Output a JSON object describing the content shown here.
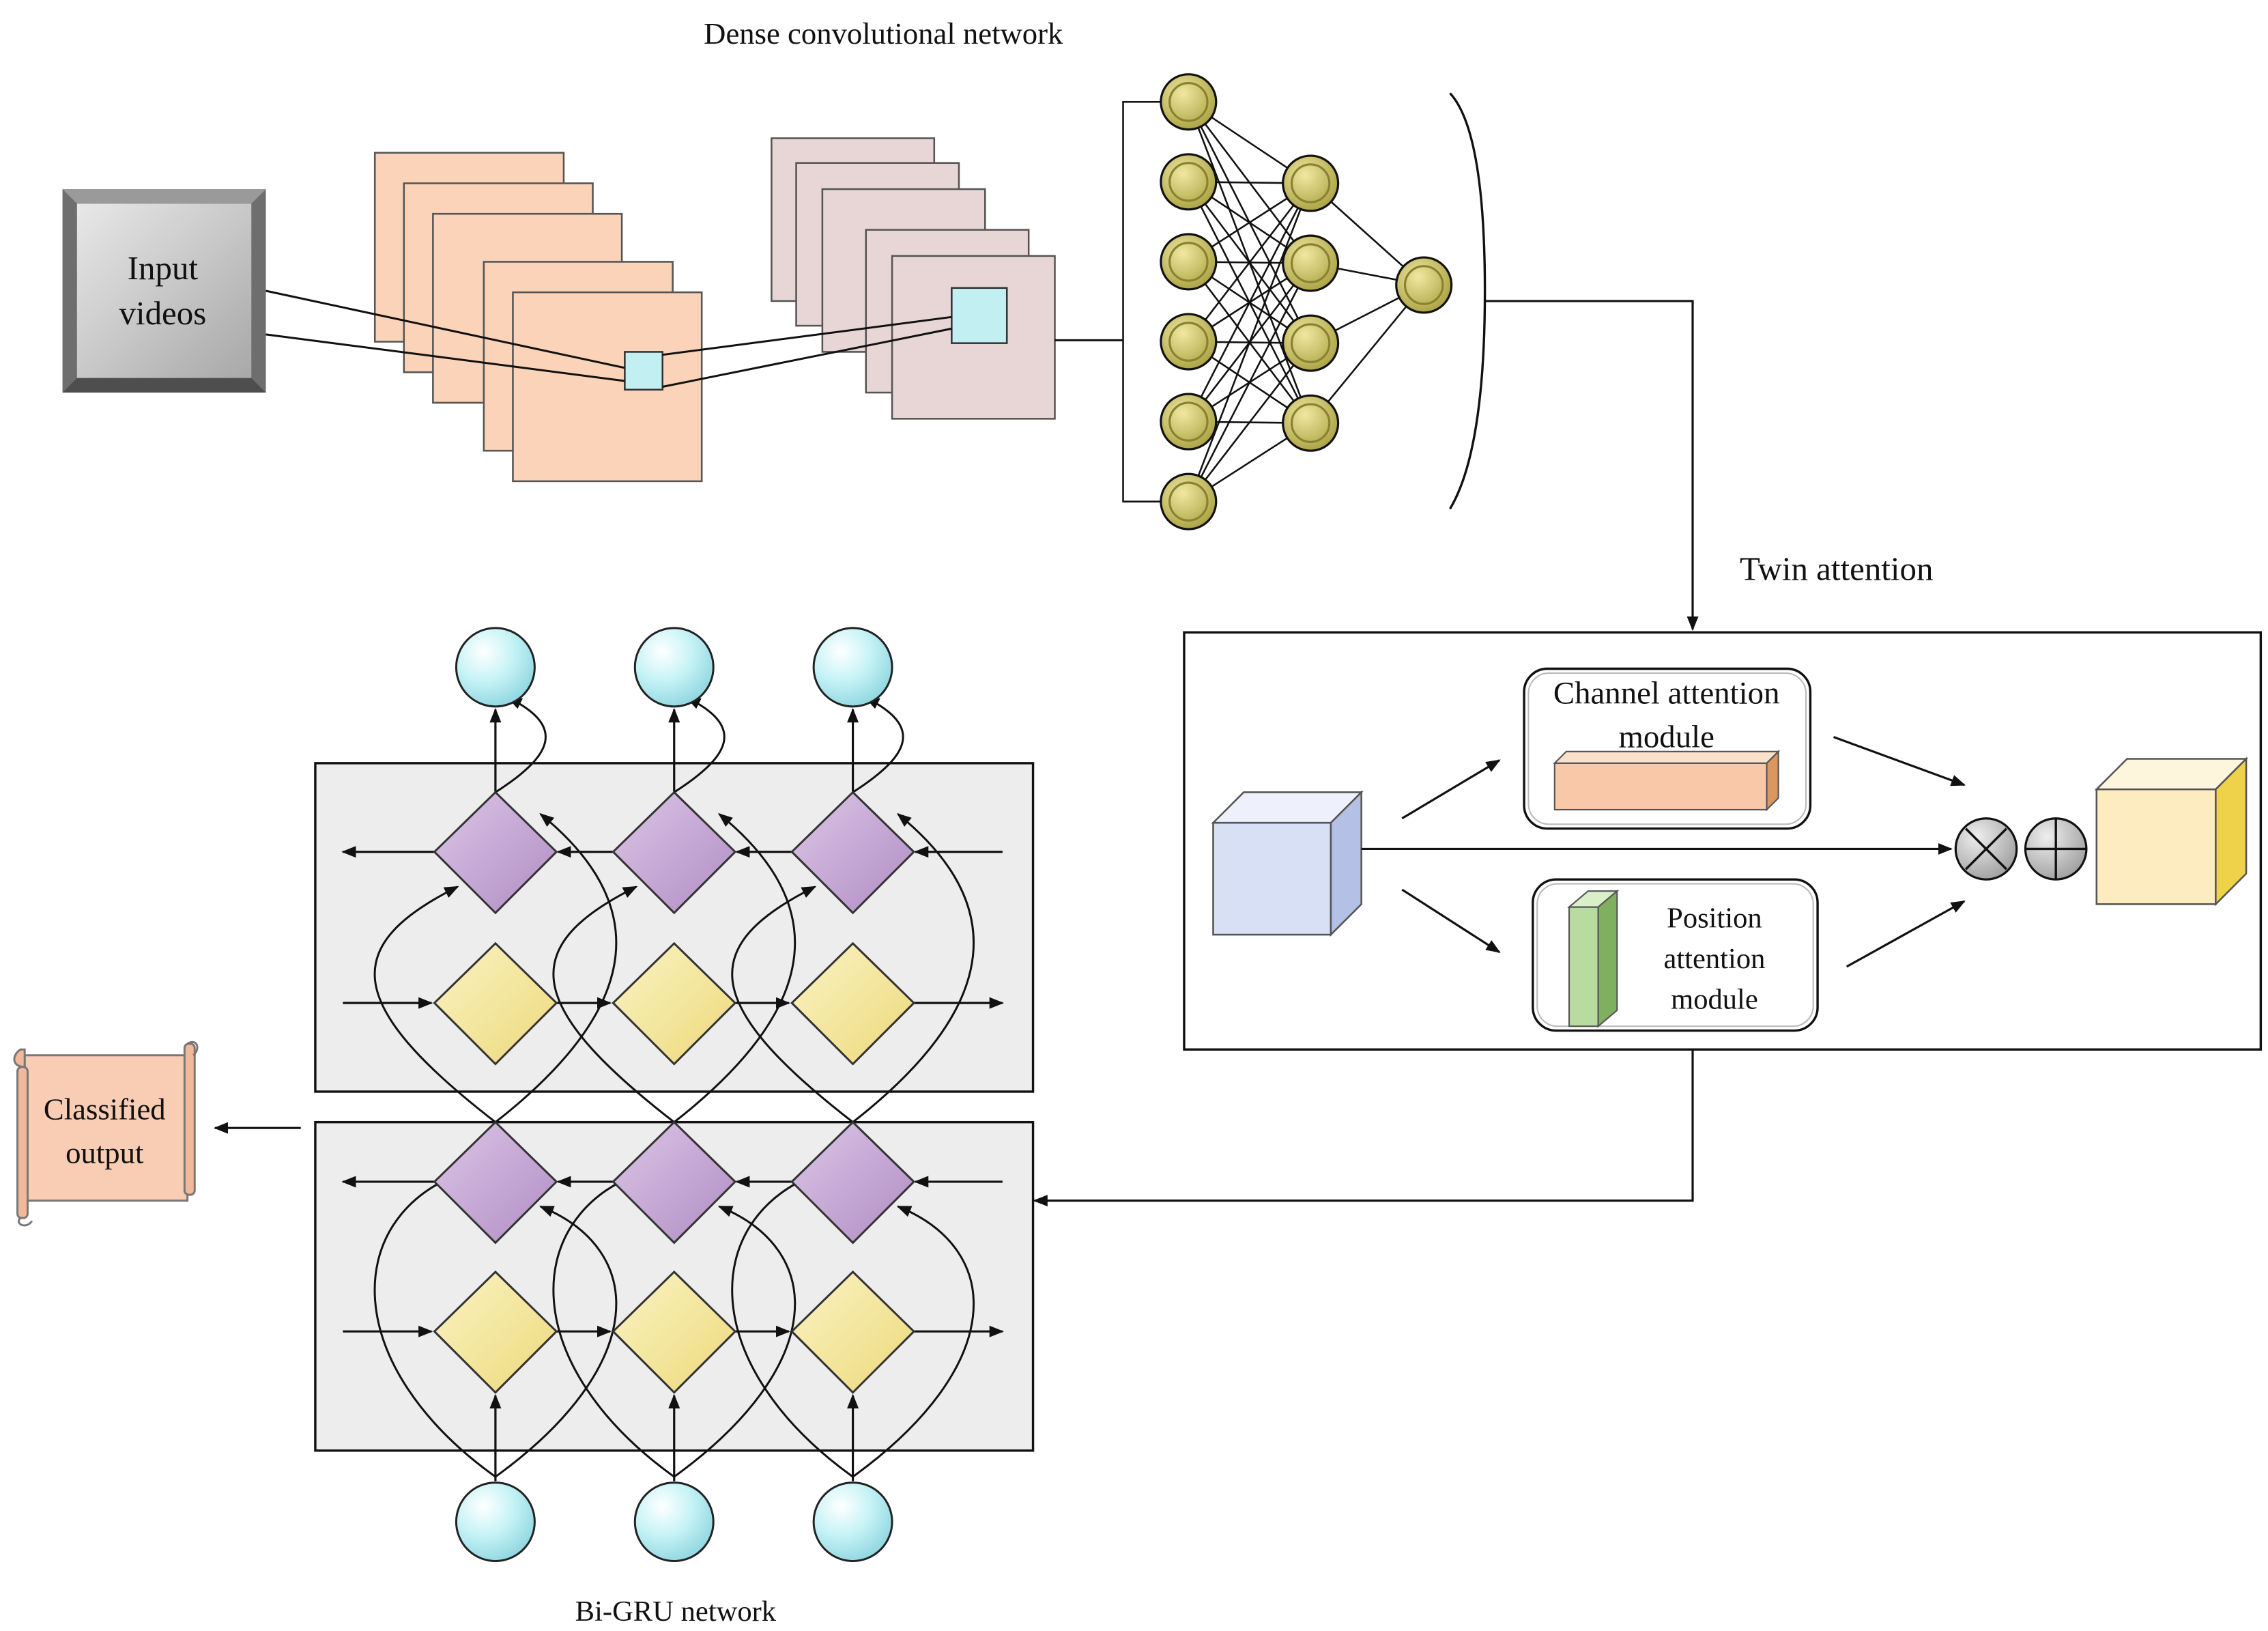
{
  "labels": {
    "dense_title": "Dense convolutional network",
    "input_line1": "Input",
    "input_line2": "videos",
    "twin_attention": "Twin attention",
    "channel_line1": "Channel attention",
    "channel_line2": "module",
    "position_line1": "Position",
    "position_line2": "attention",
    "position_line3": "module",
    "classified_line1": "Classified",
    "classified_line2": "output",
    "bigru": "Bi-GRU network"
  },
  "colors": {
    "input_box": "#8c8c8c",
    "conv_layer_1": "#fad3b8",
    "conv_layer_2": "#e8d6d6",
    "feature_square": "#c2f0f2",
    "neuron": "#c7bf5a",
    "gru_panel": "#ededed",
    "backward_diamond": "#c9a8d6",
    "forward_diamond": "#f7eaa0",
    "io_circle": "#bff0f4",
    "input_cube": "#d8e0f5",
    "output_cube": "#fdecc0",
    "channel_bar": "#f8c8a8",
    "position_bar": "#b8dca0",
    "scroll": "#f8cdb4"
  },
  "icons": {
    "multiply": "circled-times-icon",
    "add": "circled-plus-icon"
  }
}
